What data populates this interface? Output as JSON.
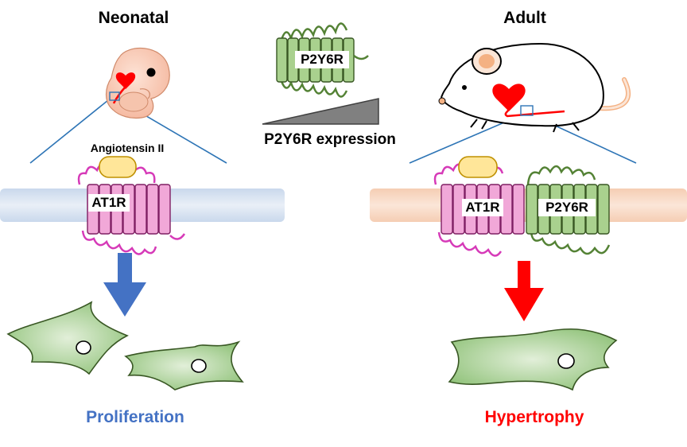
{
  "labels": {
    "neonatal": "Neonatal",
    "adult": "Adult",
    "p2y6r_top": "P2Y6R",
    "p2y6r_expression": "P2Y6R expression",
    "angiotensin": "Angiotensin II",
    "at1r_left": "AT1R",
    "at1r_right": "AT1R",
    "p2y6r_right": "P2Y6R",
    "proliferation": "Proliferation",
    "hypertrophy": "Hypertrophy"
  },
  "colors": {
    "neonatal_membrane": "#d6e2f0",
    "adult_membrane": "#f8d9c4",
    "at1r_fill": "#f1a8d8",
    "at1r_loop": "#d63ab8",
    "p2y6r_fill": "#a9d18e",
    "p2y6r_loop": "#548235",
    "ligand_fill": "#ffe699",
    "ligand_stroke": "#bf9000",
    "blue_arrow": "#4472c4",
    "red_arrow": "#ff0000",
    "cell_fill": "#a9d18e",
    "heart": "#ff0000",
    "zoom_line": "#2e75b6"
  }
}
